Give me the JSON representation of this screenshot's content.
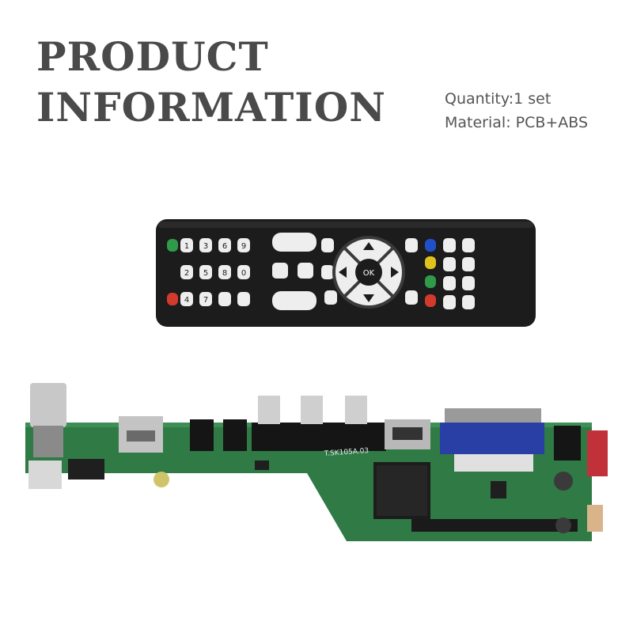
{
  "heading": {
    "line1": "PRODUCT",
    "line2": "INFORMATION"
  },
  "specs": {
    "quantity": "Quantity:1 set",
    "material": "Material: PCB+ABS"
  },
  "colors": {
    "heading": "#4a4a4a",
    "spec_text": "#555555",
    "remote_body": "#1c1c1c",
    "pcb": "#2f7a45",
    "vga_blue": "#2a3fa6"
  },
  "images": {
    "remote": "tv-remote-control",
    "board": "lcd-controller-board"
  },
  "remote_labels": {
    "digits_col1": [
      "1",
      "2",
      "4"
    ],
    "digits_col2": [
      "3",
      "5",
      "7"
    ],
    "digits_col3": [
      "6",
      "8"
    ],
    "digits_col4": [
      "9",
      "0"
    ],
    "center": "OK"
  },
  "board_label": "T.SK105A.03"
}
